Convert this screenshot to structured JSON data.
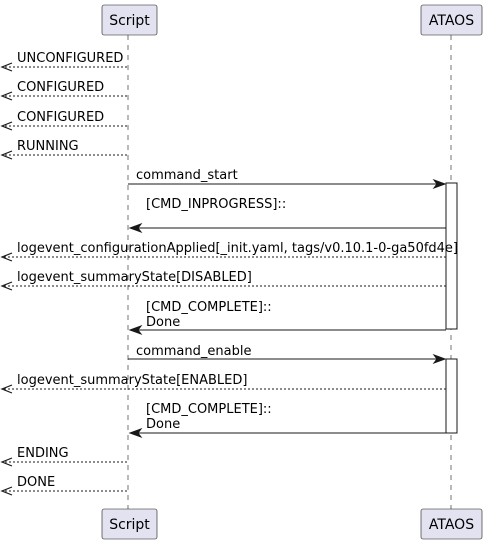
{
  "participants": {
    "script": "Script",
    "ataos": "ATAOS"
  },
  "messages": [
    {
      "text": "UNCONFIGURED"
    },
    {
      "text": "CONFIGURED"
    },
    {
      "text": "CONFIGURED"
    },
    {
      "text": "RUNNING"
    },
    {
      "text": "command_start"
    },
    {
      "text": "[CMD_INPROGRESS]::"
    },
    {
      "text": "logevent_configurationApplied[_init.yaml, tags/v0.10.1-0-ga50fd4e]"
    },
    {
      "text": "logevent_summaryState[DISABLED]"
    },
    {
      "text": "[CMD_COMPLETE]::",
      "text2": "Done"
    },
    {
      "text": "command_enable"
    },
    {
      "text": "logevent_summaryState[ENABLED]"
    },
    {
      "text": "[CMD_COMPLETE]::",
      "text2": "Done"
    },
    {
      "text": "ENDING"
    },
    {
      "text": "DONE"
    }
  ]
}
